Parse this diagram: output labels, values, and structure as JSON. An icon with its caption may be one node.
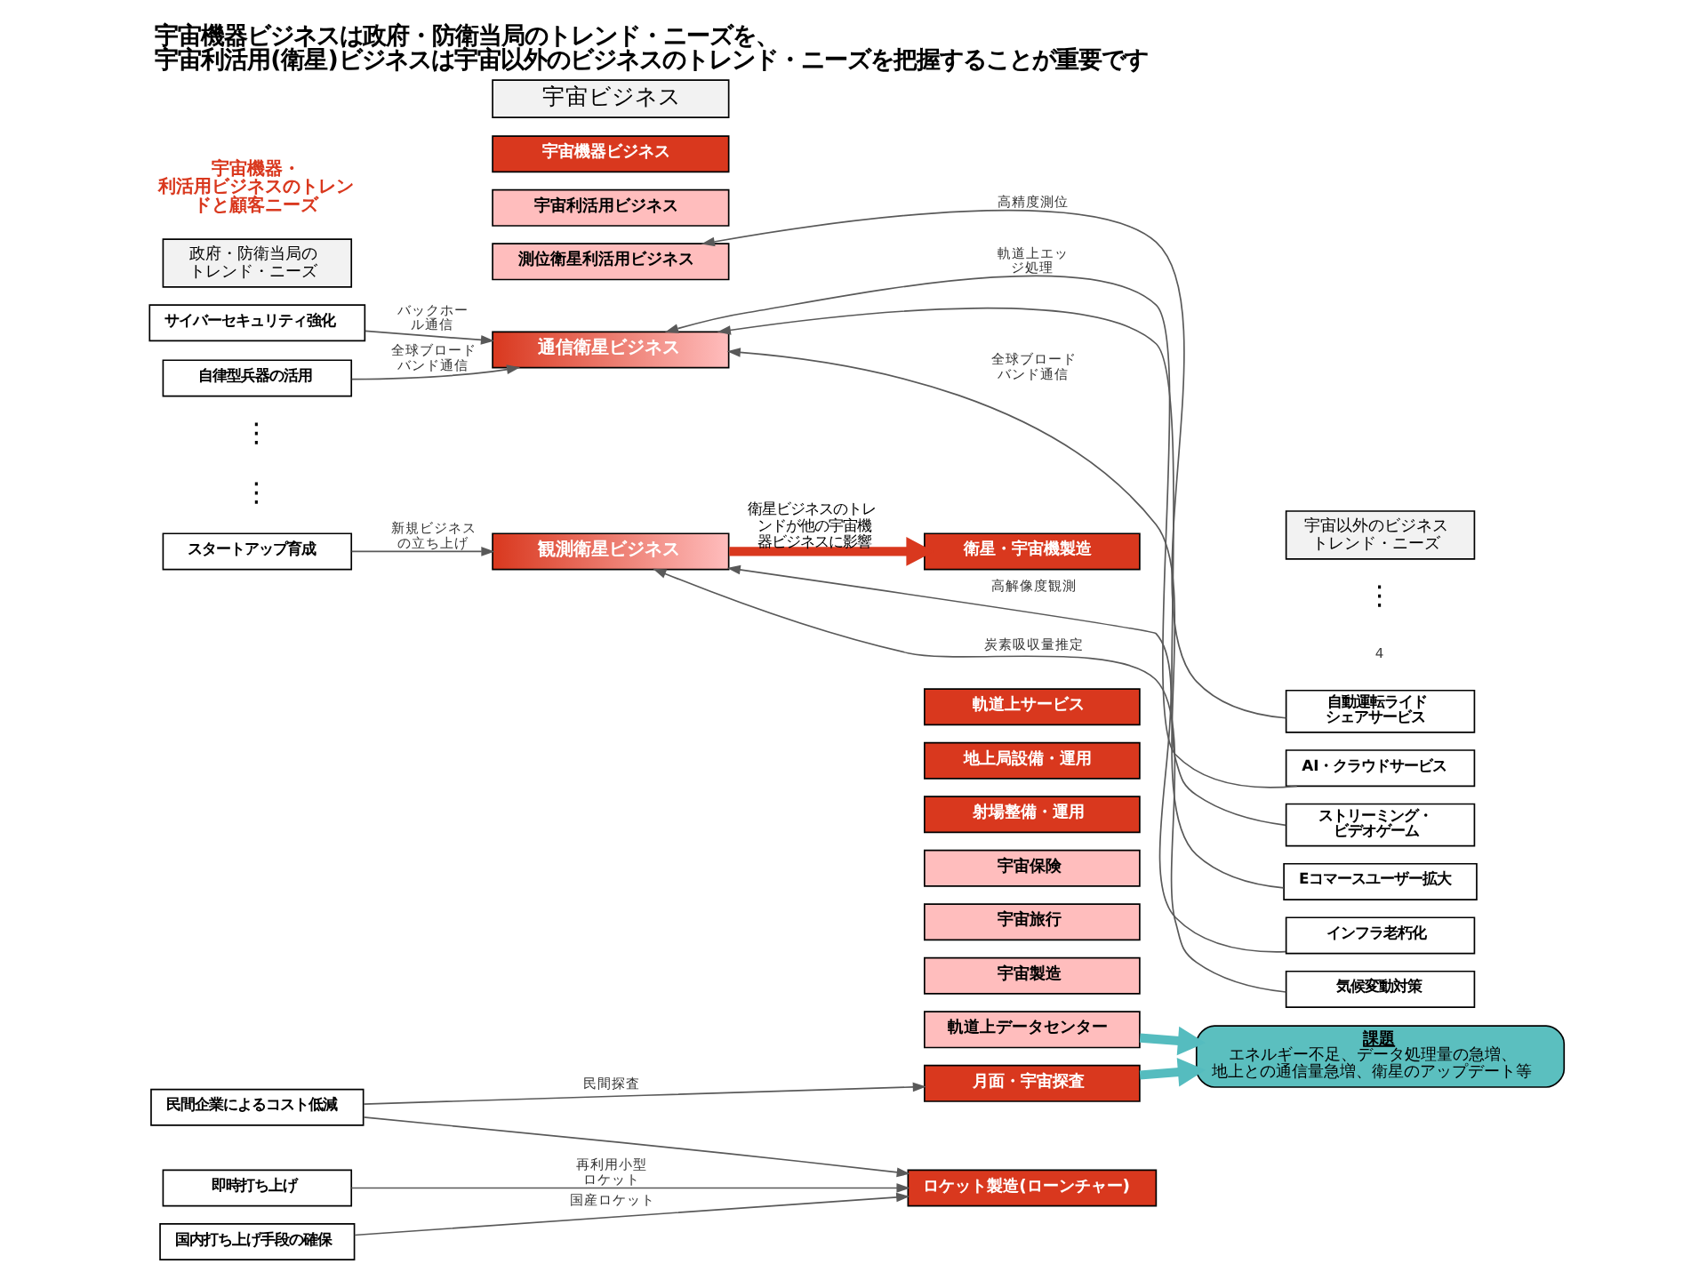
{
  "diagram": {
    "title": "宇宙機器ビジネスは政府・防衛当局のトレンド・ニーズを、宇宙利活用(衛星)ビジネスは宇宙以外のビジネスのトレンド・ニーズを把握することが重要です",
    "nodes": [
      {
        "text": [
          "政府・防衛当局のトレンド・ニーズ"
        ]
      },
      {
        "text": [
          "宇宙ビジネス"
        ]
      },
      {
        "text": [
          "宇宙以外のビジネストレンド・ニーズ"
        ]
      },
      {
        "text": [
          "宇宙機器ビジネス"
        ]
      },
      {
        "text": [
          "宇宙利活用ビジネス"
        ]
      },
      {
        "text": [
          "測位衛星利活用ビジネス"
        ]
      },
      {
        "text": [
          "自動運転ライドシェアサービス"
        ]
      },
      {
        "text": [
          "自律型兵器の活用"
        ]
      },
      {
        "text": [
          "通信衛星ビジネス"
        ]
      },
      {
        "text": [
          "Eコマースユーザー拡大"
        ]
      },
      {
        "text": [
          "サイバーセキュリティ強化"
        ]
      },
      {
        "text": [
          "ストリーミング・ビデオゲーム"
        ]
      },
      {
        "text": [
          "スタートアップ育成"
        ]
      },
      {
        "text": [
          "観測衛星ビジネス"
        ]
      },
      {
        "text": [
          "AI・クラウドサービス"
        ]
      },
      {
        "text": [
          "気候変動対策"
        ]
      },
      {
        "text": [
          "インフラ老朽化"
        ]
      },
      {
        "text": [
          "国内打ち上げ手段の確保"
        ]
      },
      {
        "text": [
          "衛星・宇宙機製造"
        ]
      },
      {
        "text": [
          "宇宙保険"
        ]
      },
      {
        "text": [
          "軌道上サービス"
        ]
      },
      {
        "text": [
          "宇宙旅行"
        ]
      },
      {
        "text": [
          "即時打ち上げ"
        ]
      },
      {
        "text": [
          "ロケット製造(ローンチャー)"
        ]
      },
      {
        "text": [
          "宇宙製造"
        ]
      },
      {
        "text": [
          "地上局設備・運用"
        ]
      },
      {
        "text": [
          "軌道上データセンター"
        ]
      },
      {
        "text": [
          "民間企業によるコスト低減"
        ]
      },
      {
        "text": [
          "射場整備・運用"
        ]
      },
      {
        "text": [
          "月面・宇宙探査"
        ]
      },
      {
        "text": [
          "課題",
          "エネルギー不足、データ処理量の急増、地上との通信量急増、衛星のアップデート等"
        ]
      }
    ],
    "edges": [
      {
        "from": 6,
        "to": 5,
        "arrow": "to",
        "label": "高精度測位"
      },
      {
        "from": 7,
        "to": 8,
        "arrow": "to",
        "label": "全球ブロードバンド通信"
      },
      {
        "from": 9,
        "to": 8,
        "arrow": "to",
        "label": "全球ブロードバンド通信"
      },
      {
        "from": 10,
        "to": 8,
        "arrow": "to",
        "label": "バックホール通信"
      },
      {
        "from": 11,
        "to": 8,
        "arrow": "to"
      },
      {
        "from": 14,
        "to": 8,
        "arrow": "to",
        "label": "軌道上エッジ処理"
      },
      {
        "from": 12,
        "to": 13,
        "arrow": "to",
        "label": "新規ビジネスの立ち上げ"
      },
      {
        "from": 15,
        "to": 13,
        "arrow": "to",
        "label": "炭素吸収量推定"
      },
      {
        "from": 16,
        "to": 13,
        "arrow": "to",
        "label": "高解像度観測"
      },
      {
        "from": 13,
        "to": 18,
        "arrow": "to",
        "label": "衛星ビジネスのトレンドが他の宇宙機器ビジネスに影響",
        "style": "thick",
        "color": "#d9381e"
      },
      {
        "from": 17,
        "to": 23,
        "arrow": "to",
        "label": "国産ロケット"
      },
      {
        "from": 22,
        "to": 23,
        "arrow": "to",
        "label": "再利用小型ロケット"
      },
      {
        "from": 27,
        "to": 23,
        "arrow": "to"
      },
      {
        "from": 27,
        "to": 29,
        "arrow": "to",
        "label": "民間探査"
      },
      {
        "from": 29,
        "to": 30,
        "arrow": "to",
        "style": "thick",
        "color": "#55bcbf"
      },
      {
        "from": 26,
        "to": 30,
        "arrow": "to",
        "style": "thick",
        "color": "#55bcbf"
      }
    ],
    "labels": [
      "宇宙機器・利活用ビジネスのトレンドと顧客ニーズ",
      "⋮",
      "⋮",
      "⋮",
      "4"
    ]
  }
}
